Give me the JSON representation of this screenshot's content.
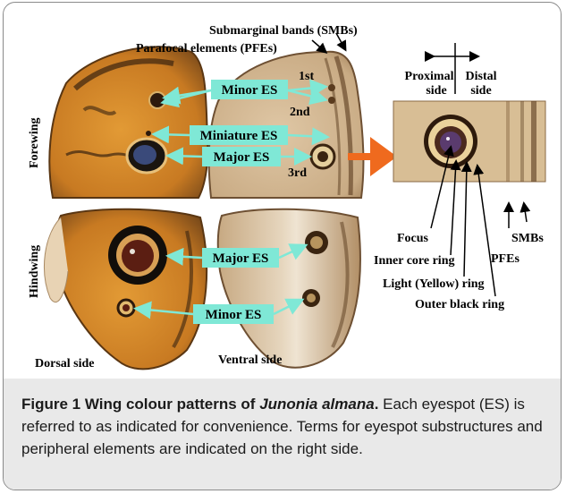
{
  "figure": {
    "top_labels": {
      "smb": "Submarginal bands (SMBs)",
      "pfe": "Parafocal elements (PFEs)"
    },
    "row_labels": {
      "forewing": "Forewing",
      "hindwing": "Hindwing"
    },
    "side_labels": {
      "dorsal": "Dorsal side",
      "ventral": "Ventral side"
    },
    "order_labels": {
      "first": "1st",
      "second": "2nd",
      "third": "3rd"
    },
    "es_boxes": {
      "minor_fore": "Minor ES",
      "miniature": "Miniature ES",
      "major_fore": "Major ES",
      "major_hind": "Major ES",
      "minor_hind": "Minor ES"
    },
    "detail": {
      "proximal": "Proximal",
      "proximal2": "side",
      "distal": "Distal",
      "distal2": "side",
      "focus": "Focus",
      "inner_core": "Inner core ring",
      "light_ring": "Light (Yellow) ring",
      "outer_ring": "Outer black ring",
      "pfes": "PFEs",
      "smbs": "SMBs"
    },
    "colors": {
      "accent_box": "#7fe8d6",
      "arrow_orange": "#ef6a1e",
      "wing_orange": "#d48a2c",
      "wing_tan": "#cdb28f",
      "caption_bg": "#e9e9e9"
    }
  },
  "caption": {
    "prefix": "Figure 1 Wing colour patterns of ",
    "species": "Junonia almana",
    "prefix_end": ".",
    "body": " Each eyespot (ES) is referred to as indicated for convenience. Terms for eyespot substructures and peripheral elements are indicated on the right side."
  }
}
